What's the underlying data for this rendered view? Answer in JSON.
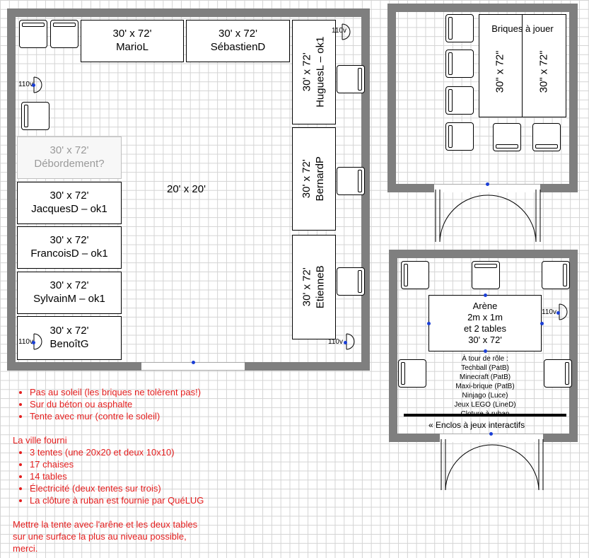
{
  "main_tent": {
    "size_label": "20' x 20'",
    "tables_top": [
      {
        "size": "30' x 72'",
        "name": "MarioL"
      },
      {
        "size": "30' x 72'",
        "name": "SébastienD"
      }
    ],
    "tables_left": [
      {
        "size": "30' x 72'",
        "name": "Débordement?",
        "style": "gray"
      },
      {
        "size": "30' x 72'",
        "name": "JacquesD – ok1"
      },
      {
        "size": "30' x 72'",
        "name": "FrancoisD – ok1"
      },
      {
        "size": "30' x 72'",
        "name": "SylvainM – ok1"
      },
      {
        "size": "30' x 72'",
        "name": "BenoîtG"
      }
    ],
    "tables_right": [
      {
        "size": "30' x 72'",
        "name": "HuguesL – ok1"
      },
      {
        "size": "30' x 72'",
        "name": "BernardP"
      },
      {
        "size": "30' x 72'",
        "name": "EtienneB"
      }
    ],
    "outlet_labels": [
      "110v",
      "110v",
      "110v",
      "110v"
    ]
  },
  "brick_tent": {
    "title": "Briques à jouer",
    "table_labels": [
      "30\" x 72\"",
      "30\" x 72\""
    ]
  },
  "arena_tent": {
    "arena_lines": [
      "Arène",
      "2m x 1m",
      "et 2 tables",
      "30' x 72'"
    ],
    "outlet_label": "110v",
    "activities": [
      "À tour de rôle :",
      "Techball (PatB)",
      "Minecraft (PatB)",
      "Maxi-brique (PatB)",
      "Ninjago (Luce)",
      "Jeux LEGO (LineD)",
      "Cloture à ruban"
    ],
    "enclosure_label": "« Enclos à jeux interactifs"
  },
  "notes": {
    "requirements": [
      "Pas au soleil (les briques ne tolèrent pas!)",
      "Sur du béton ou asphalte",
      "Tente avec mur (contre le soleil)"
    ],
    "city_heading": "La ville fourni",
    "city_items": [
      "3 tentes (une 20x20 et deux 10x10)",
      "17 chaises",
      "14 tables",
      "Électricité (deux tentes sur trois)",
      "La clôture à ruban est fournie par QuéLUG"
    ],
    "closing": [
      "Mettre la tente avec l'arêne et les deux tables",
      "sur une surface la plus au niveau possible,",
      "merci."
    ]
  },
  "colors": {
    "wall": "#7f7f7f",
    "note_text": "#e41e1e",
    "marker": "#1b3fd6",
    "grid": "#d4d4d4"
  }
}
